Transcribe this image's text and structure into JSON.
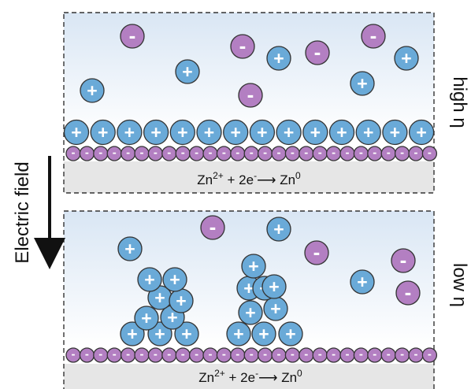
{
  "labels": {
    "side_label": "Electric field",
    "top_label": "high η",
    "bottom_label": "low η"
  },
  "top_panel": {
    "equation": {
      "lhs_base": "Zn",
      "lhs_sup": "2+",
      "plus_mid": " + 2e",
      "electron_sup": "-",
      "arrow": "⟶",
      "rhs_base": " Zn",
      "rhs_sup": "0"
    }
  },
  "bottom_panel": {
    "equation": {
      "lhs_base": "Zn",
      "lhs_sup": "2+",
      "plus_mid": " + 2e",
      "electron_sup": "-",
      "arrow": "⟶",
      "rhs_base": " Zn",
      "rhs_sup": "0"
    }
  },
  "legend_symbols": {
    "cation_sign": "+",
    "anion_sign": "-"
  },
  "colors": {
    "cation_fill": "#6aaad8",
    "anion_fill": "#b37fc2",
    "electrolyte_top": "#dfeaf5",
    "electrolyte_bottom": "#ffffff",
    "electrode_fill": "#e6e6e6",
    "border": "#333333"
  }
}
